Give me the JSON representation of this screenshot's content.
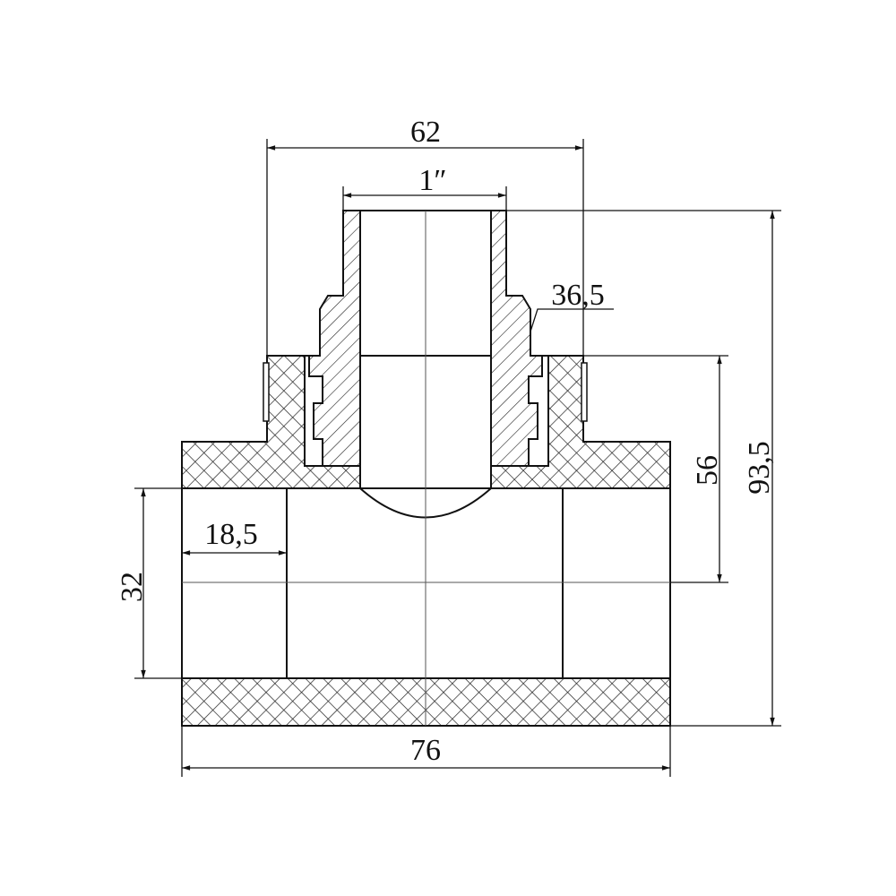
{
  "drawing": {
    "title": "PPR tee with male thread insert",
    "dimensions": {
      "top_width": "62",
      "thread_size": "1″",
      "thread_outer": "36,5",
      "branch_height": "56",
      "total_height": "93,5",
      "socket_diameter": "32",
      "socket_depth": "18,5",
      "total_length": "76"
    },
    "colors": {
      "line": "#111111",
      "background": "#ffffff"
    }
  }
}
